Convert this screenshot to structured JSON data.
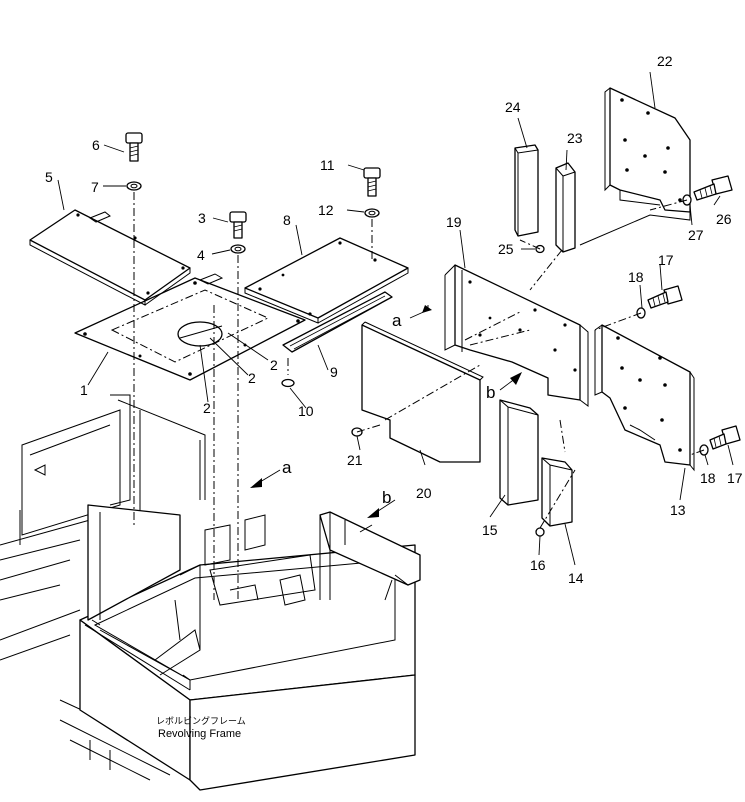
{
  "callouts": [
    {
      "id": "c1",
      "text": "1"
    },
    {
      "id": "c2a",
      "text": "2"
    },
    {
      "id": "c2b",
      "text": "2"
    },
    {
      "id": "c2c",
      "text": "2"
    },
    {
      "id": "c3",
      "text": "3"
    },
    {
      "id": "c4",
      "text": "4"
    },
    {
      "id": "c5",
      "text": "5"
    },
    {
      "id": "c6",
      "text": "6"
    },
    {
      "id": "c7",
      "text": "7"
    },
    {
      "id": "c8",
      "text": "8"
    },
    {
      "id": "c9",
      "text": "9"
    },
    {
      "id": "c10",
      "text": "10"
    },
    {
      "id": "c11",
      "text": "11"
    },
    {
      "id": "c12",
      "text": "12"
    },
    {
      "id": "c13",
      "text": "13"
    },
    {
      "id": "c14",
      "text": "14"
    },
    {
      "id": "c15",
      "text": "15"
    },
    {
      "id": "c16",
      "text": "16"
    },
    {
      "id": "c17a",
      "text": "17"
    },
    {
      "id": "c17b",
      "text": "17"
    },
    {
      "id": "c18a",
      "text": "18"
    },
    {
      "id": "c18b",
      "text": "18"
    },
    {
      "id": "c19",
      "text": "19"
    },
    {
      "id": "c20",
      "text": "20"
    },
    {
      "id": "c21",
      "text": "21"
    },
    {
      "id": "c22",
      "text": "22"
    },
    {
      "id": "c23",
      "text": "23"
    },
    {
      "id": "c24",
      "text": "24"
    },
    {
      "id": "c25",
      "text": "25"
    },
    {
      "id": "c26",
      "text": "26"
    },
    {
      "id": "c27",
      "text": "27"
    }
  ],
  "view_letters": [
    {
      "id": "a1",
      "text": "a"
    },
    {
      "id": "b1",
      "text": "b"
    },
    {
      "id": "a2",
      "text": "a"
    },
    {
      "id": "b2",
      "text": "b"
    }
  ],
  "frame_label": {
    "japanese": "レボルビングフレーム",
    "english": "Revolving Frame"
  }
}
